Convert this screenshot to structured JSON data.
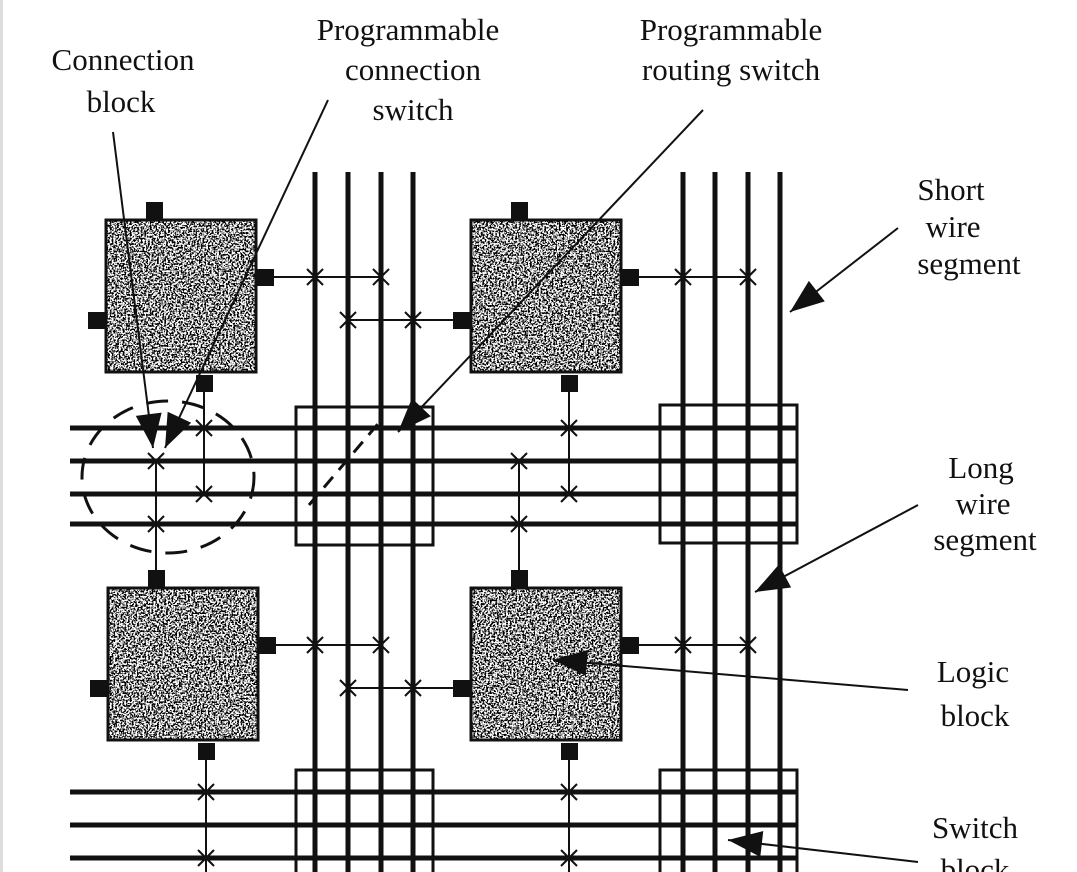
{
  "labels": {
    "connection_block": [
      "Connection",
      "block"
    ],
    "programmable_connection_switch": [
      "Programmable",
      "connection",
      "switch"
    ],
    "programmable_routing_switch": [
      "Programmable",
      "routing switch"
    ],
    "short_wire_segment": [
      "Short",
      "wire",
      "segment"
    ],
    "long_wire_segment": [
      "Long",
      "wire",
      "segment"
    ],
    "logic_block": [
      "Logic",
      "block"
    ],
    "switch_block": [
      "Switch",
      "block"
    ]
  },
  "colors": {
    "ink": "#111111",
    "logic_fill": "#c8c8c8"
  }
}
